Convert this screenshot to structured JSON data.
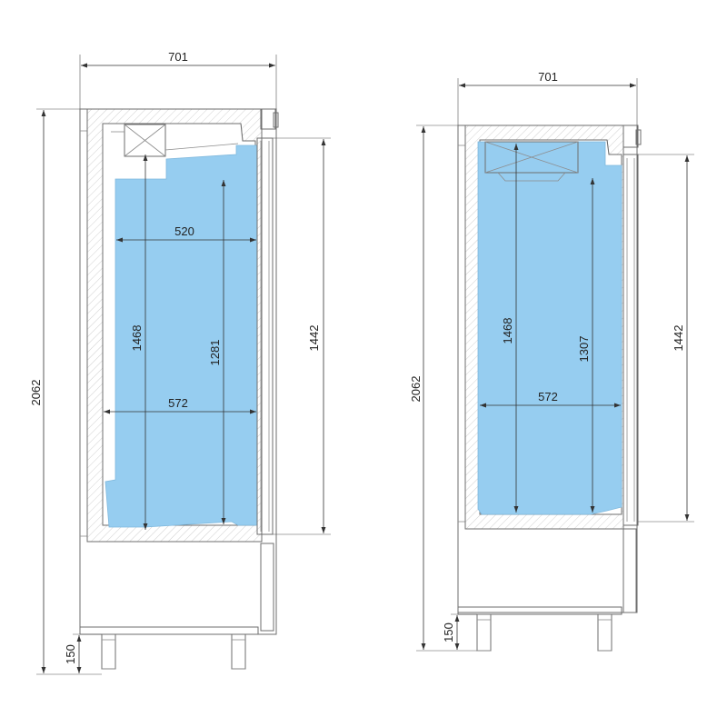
{
  "left_unit": {
    "overall_width": "701",
    "overall_height": "2062",
    "leg_height": "150",
    "door_height": "1442",
    "interior_height": "1468",
    "interior_height_lower": "1281",
    "interior_width_upper": "520",
    "interior_width_lower": "572"
  },
  "right_unit": {
    "overall_width": "701",
    "overall_height": "2062",
    "leg_height": "150",
    "door_height": "1442",
    "interior_height": "1468",
    "interior_height_lower": "1307",
    "interior_width": "572"
  },
  "colors": {
    "interior_volume": "#96cdf0",
    "outline": "#6e6e6e"
  }
}
